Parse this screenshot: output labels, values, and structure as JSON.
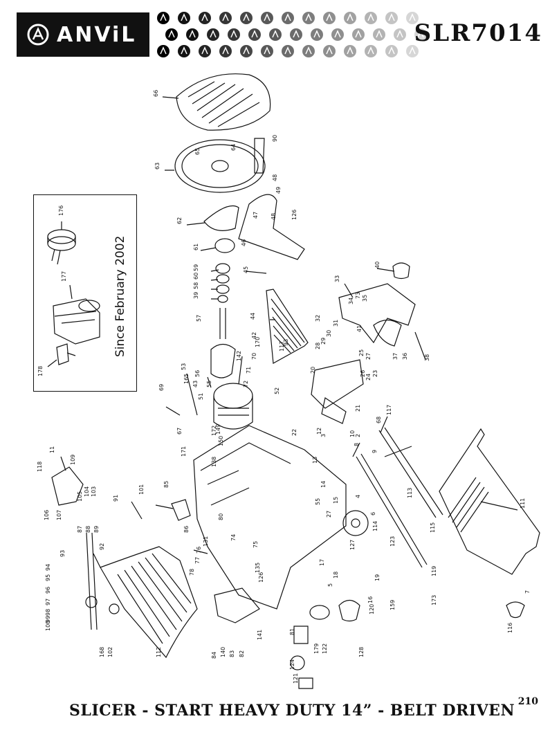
{
  "header": {
    "brand": "ANViL",
    "model": "SLR7014"
  },
  "inset": {
    "caption": "Since February 2002",
    "parts": [
      "176",
      "177",
      "178"
    ]
  },
  "footer": {
    "title": "SLICER - START HEAVY DUTY 14” - BELT DRIVEN",
    "page_number": "210"
  },
  "part_labels": [
    "66",
    "65",
    "64",
    "63",
    "90",
    "48",
    "49",
    "47",
    "48",
    "126",
    "62",
    "46",
    "61",
    "45",
    "40",
    "33",
    "34",
    "73",
    "35",
    "59",
    "60",
    "58",
    "39",
    "44",
    "42",
    "170",
    "117",
    "32",
    "31",
    "30",
    "29",
    "28",
    "25",
    "27",
    "26",
    "24",
    "23",
    "41",
    "37",
    "36",
    "38",
    "57",
    "53",
    "165",
    "43",
    "56",
    "55",
    "51",
    "72",
    "71",
    "70",
    "142",
    "20",
    "21",
    "117",
    "52",
    "69",
    "67",
    "171",
    "172",
    "149",
    "150",
    "138",
    "22",
    "12",
    "3",
    "2",
    "8",
    "9",
    "68",
    "11",
    "13",
    "14",
    "15",
    "55",
    "4",
    "10",
    "27",
    "6",
    "114",
    "111",
    "109",
    "118",
    "85",
    "86",
    "91",
    "105",
    "104",
    "103",
    "106",
    "107",
    "87",
    "88",
    "89",
    "92",
    "93",
    "94",
    "95",
    "96",
    "97",
    "98",
    "99",
    "100",
    "101",
    "80",
    "74",
    "75",
    "76",
    "77",
    "78",
    "131",
    "135",
    "126",
    "127",
    "123",
    "119",
    "5",
    "16",
    "17",
    "18",
    "19",
    "120",
    "159",
    "173",
    "7",
    "116",
    "115",
    "113",
    "112",
    "84",
    "140",
    "83",
    "82",
    "141",
    "81",
    "179",
    "122",
    "128",
    "124",
    "121",
    "168",
    "102",
    "93"
  ]
}
